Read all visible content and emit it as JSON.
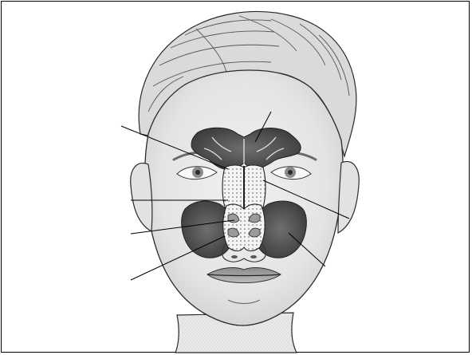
{
  "figure": {
    "subject": "head-with-paranasal-sinuses",
    "colors": {
      "outline": "#2a2a2a",
      "skin": "#e9e9e9",
      "hair": "#d6d6d6",
      "sinus_dark": "#3e3e3e",
      "sinus_mid": "#6a6a6a",
      "bone_light": "#f2f2f2",
      "leader_line": "#000000"
    },
    "structures": [
      {
        "id": "frontal-sinus",
        "side": "both"
      },
      {
        "id": "ethmoid-sinus",
        "side": "both"
      },
      {
        "id": "nasal-septum",
        "side": "center"
      },
      {
        "id": "nasal-cavity",
        "side": "center"
      },
      {
        "id": "maxillary-sinus",
        "side": "both"
      },
      {
        "id": "turbinates",
        "side": "center"
      }
    ],
    "leader_lines": [
      {
        "id": "line-left-1",
        "side": "left"
      },
      {
        "id": "line-left-2",
        "side": "left"
      },
      {
        "id": "line-left-3",
        "side": "left"
      },
      {
        "id": "line-left-4",
        "side": "left"
      },
      {
        "id": "line-top-center",
        "side": "center"
      },
      {
        "id": "line-right-1",
        "side": "right"
      },
      {
        "id": "line-right-2",
        "side": "right"
      }
    ]
  }
}
